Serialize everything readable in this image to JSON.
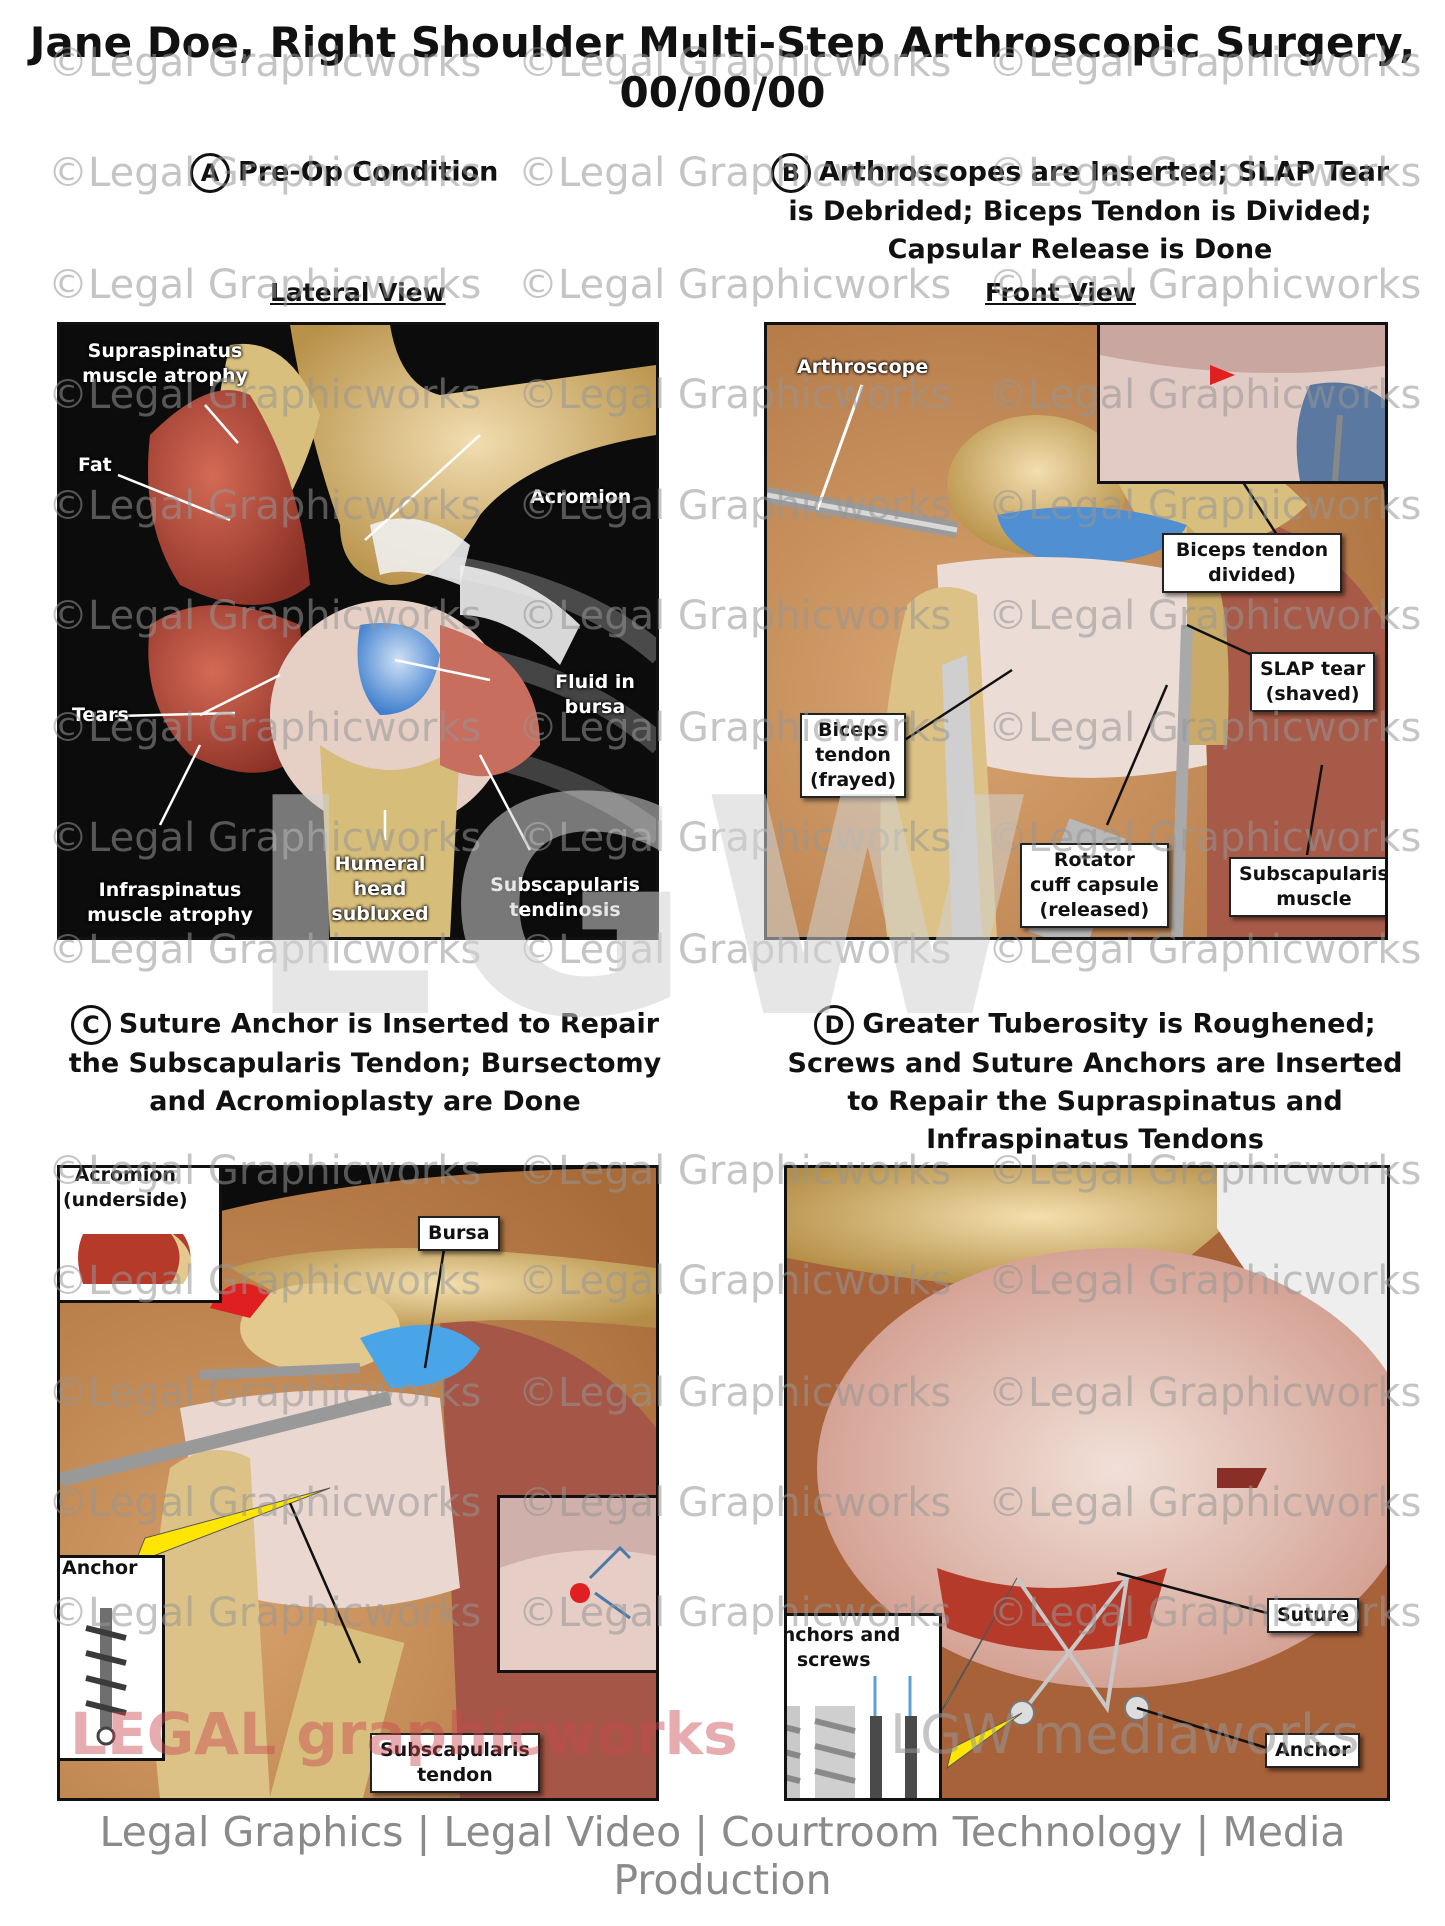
{
  "title_line1": "Jane Doe, Right Shoulder Multi-Step Arthroscopic Surgery,",
  "title_line2": "00/00/00",
  "panels": {
    "a": {
      "letter": "A",
      "title": "Pre-Op Condition",
      "view": "Lateral View",
      "labels": {
        "supraspinatus": "Supraspinatus muscle atrophy",
        "fat": "Fat",
        "acromion": "Acromion",
        "fluid": "Fluid in bursa",
        "tears": "Tears",
        "infraspinatus": "Infraspinatus muscle atrophy",
        "humeral": "Humeral head subluxed",
        "subscap_tend": "Subscapularis tendinosis"
      }
    },
    "b": {
      "letter": "B",
      "title_l1": "Arthroscopes are Inserted; SLAP Tear",
      "title_l2": "is Debrided; Biceps Tendon is Divided;",
      "title_l3": "Capsular Release is Done",
      "view": "Front View",
      "labels": {
        "arthroscope": "Arthroscope",
        "biceps_divided_1": "Biceps tendon",
        "biceps_divided_2": "divided)",
        "slap_1": "SLAP tear",
        "slap_2": "(shaved)",
        "frayed_1": "Biceps",
        "frayed_2": "tendon",
        "frayed_3": "(frayed)",
        "rotator_1": "Rotator",
        "rotator_2": "cuff capsule",
        "rotator_3": "(released)",
        "subscap_1": "Subscapularis",
        "subscap_2": "muscle"
      }
    },
    "c": {
      "letter": "C",
      "title_l1": "Suture Anchor is Inserted to Repair",
      "title_l2": "the Subscapularis Tendon; Bursectomy",
      "title_l3": "and Acromioplasty are Done",
      "labels": {
        "acromion_1": "Acromion",
        "acromion_2": "(underside)",
        "bursa": "Bursa",
        "anchor": "Anchor",
        "subscap_1": "Subscapularis",
        "subscap_2": "tendon"
      }
    },
    "d": {
      "letter": "D",
      "title_l1": "Greater Tuberosity is Roughened;",
      "title_l2": "Screws and Suture Anchors are Inserted",
      "title_l3": "to Repair the Supraspinatus and",
      "title_l4": "Infraspinatus Tendons",
      "labels": {
        "anchors_1": "Anchors and",
        "anchors_2": "screws",
        "suture": "Suture",
        "anchor": "Anchor"
      }
    }
  },
  "watermark": "©Legal Graphicworks",
  "big_logo": "LGW",
  "brand_left": "LEGAL graphicworks",
  "brand_right": "LGW mediaworks",
  "footer": "Legal Graphics | Legal Video | Courtroom Technology | Media Production",
  "colors": {
    "background_dark": "#0c0c0c",
    "muscle_red": "#b0443a",
    "bone": "#d9bf7e",
    "skin": "#c8945c",
    "tendon": "#e9d6cf",
    "fluid_blue": "#5a9ad6",
    "highlight_yellow": "#ffe600",
    "arrow_red": "#e02020",
    "footer_gray": "#8a8a8a"
  }
}
